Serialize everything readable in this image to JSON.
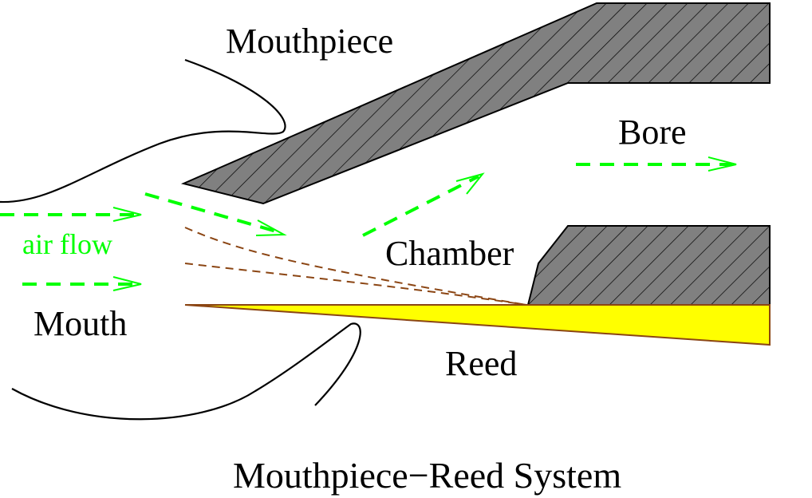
{
  "labels": {
    "mouthpiece": "Mouthpiece",
    "bore": "Bore",
    "chamber": "Chamber",
    "air_flow": "air flow",
    "mouth": "Mouth",
    "reed": "Reed",
    "title": "Mouthpiece−Reed System"
  },
  "colors": {
    "solid_fill": "#808080",
    "reed_fill": "#ffff00",
    "reed_outline": "#8b4513",
    "air_flow": "#00ff00",
    "deflection_lines": "#8b4513",
    "outline": "#000000",
    "text": "#000000"
  }
}
